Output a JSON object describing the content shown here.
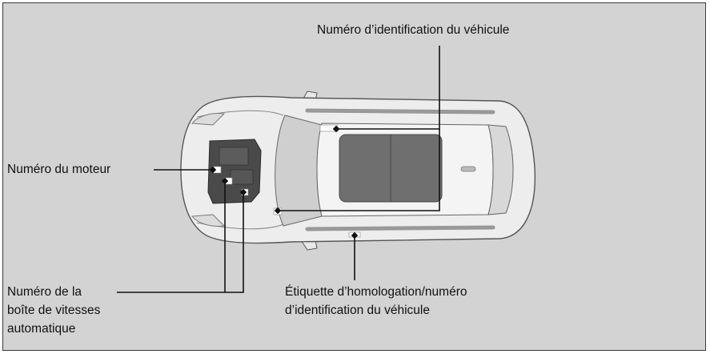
{
  "labels": {
    "vin": "Numéro d’identification du véhicule",
    "engine": "Numéro du moteur",
    "transmission_line1": "Numéro de la",
    "transmission_line2": "boîte de vitesses",
    "transmission_line3": "automatique",
    "cert_line1": "Étiquette d’homologation/numéro",
    "cert_line2": "d’identification du véhicule"
  },
  "colors": {
    "background": "#d3d3d3",
    "car_body": "#ededed",
    "car_outline": "#555555",
    "engine": "#4a4a4a",
    "sunroof": "#6f6f6f",
    "leader_line": "#111111"
  }
}
